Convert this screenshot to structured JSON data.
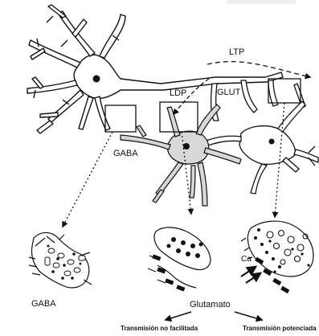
{
  "labels": {
    "ltp": "LTP",
    "ldp": "LDP",
    "glut": "GLUT",
    "gaba_top": "GABA",
    "gaba_bottom": "GABA",
    "ca": "Ca",
    "glutamato": "Glutamato",
    "no_facilitada": "Transmisión no facilitada",
    "potenciada": "Transmisión potenciada"
  }
}
